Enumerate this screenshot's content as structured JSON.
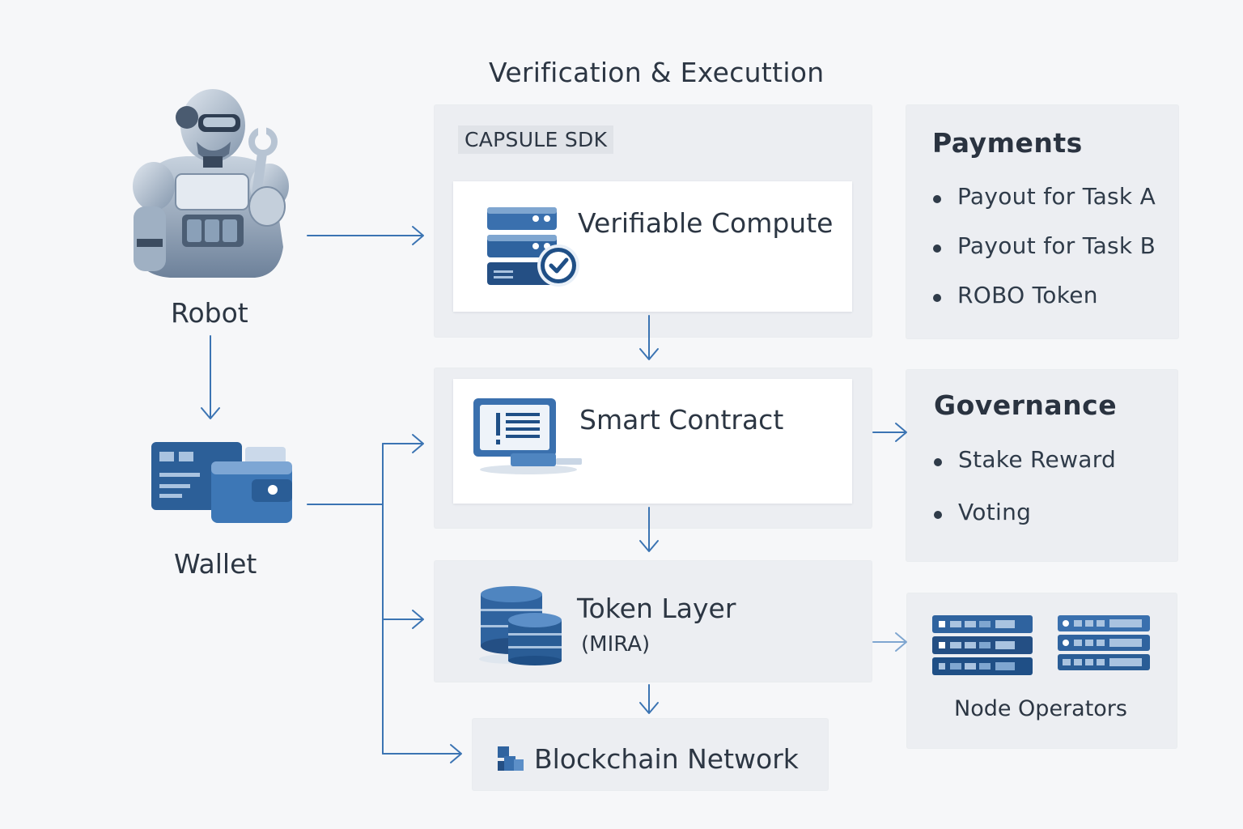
{
  "header": {
    "title": "Verification & Executtion"
  },
  "actors": {
    "robot_label": "Robot",
    "wallet_label": "Wallet"
  },
  "capsule": {
    "badge": "CAPSULE SDK",
    "compute_label": "Verifiable Compute"
  },
  "contract": {
    "label": "Smart Contract"
  },
  "token_layer": {
    "label": "Token Layer",
    "sublabel": "(MIRA)"
  },
  "blockchain": {
    "label": "Blockchain Network"
  },
  "payments": {
    "title": "Payments",
    "items": [
      "Payout for Task A",
      "Payout for Task B",
      "ROBO Token"
    ]
  },
  "governance": {
    "title": "Governance",
    "items": [
      "Stake Reward",
      "Voting"
    ]
  },
  "nodes": {
    "label": "Node Operators"
  },
  "icons": {
    "robot": "robot-icon",
    "wallet": "wallet-icon",
    "compute": "server-check-icon",
    "contract": "monitor-list-icon",
    "token": "database-coins-icon",
    "blockchain": "blocks-icon",
    "nodes": "server-rack-icon"
  },
  "colors": {
    "accent": "#2f6aa8",
    "accent_dark": "#1f4f86",
    "accent_light": "#7fa6d0",
    "arrow": "#3b74b3",
    "panel": "#eceef2",
    "text": "#2c3643"
  }
}
